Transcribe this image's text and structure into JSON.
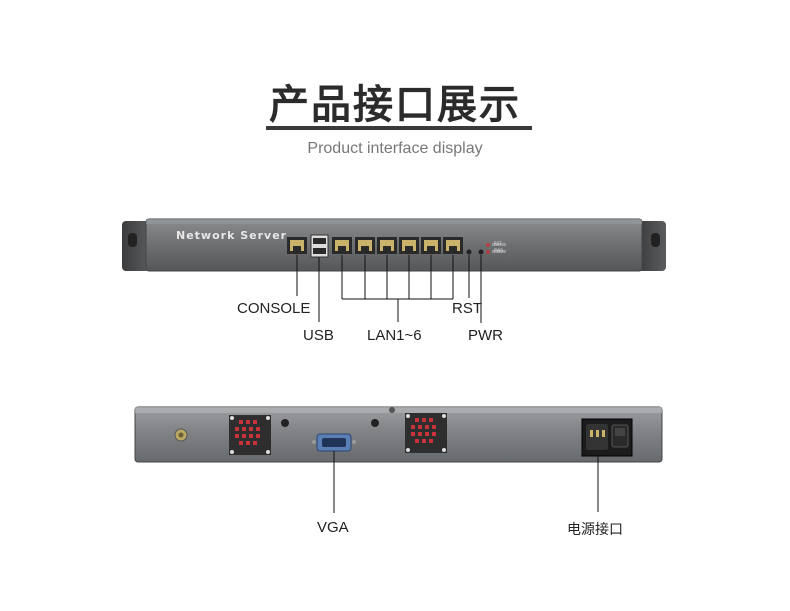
{
  "header": {
    "title": "产品接口展示",
    "subtitle": "Product interface display"
  },
  "front_panel": {
    "brand": "Network Server",
    "led_labels": [
      "RST",
      "PWR"
    ],
    "callouts": {
      "console": "CONSOLE",
      "usb": "USB",
      "lan": "LAN1~6",
      "rst": "RST",
      "pwr": "PWR"
    }
  },
  "rear_panel": {
    "callouts": {
      "vga": "VGA",
      "power": "电源接口"
    }
  },
  "colors": {
    "chassis": "#6f7173",
    "chassis_dark": "#4a4c4e",
    "port_copper": "#c9b26a",
    "fan_red": "#c8323a",
    "vga_blue": "#5b7fb5",
    "line": "#111111"
  }
}
